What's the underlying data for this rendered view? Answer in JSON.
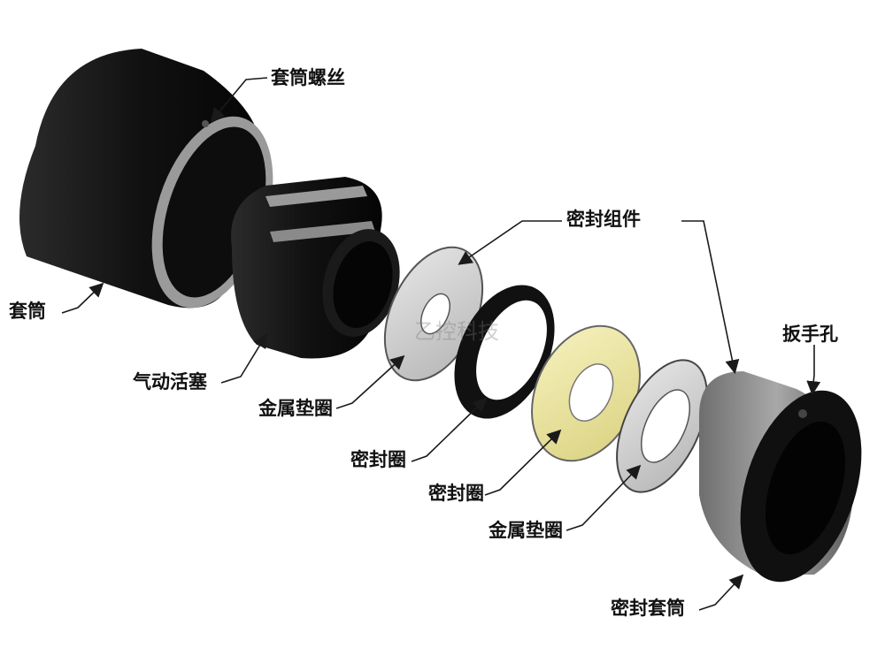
{
  "labels": {
    "sleeve_thread": "套筒螺丝",
    "sleeve": "套筒",
    "pneumatic_piston": "气动活塞",
    "seal_assembly": "密封组件",
    "metal_washer_1": "金属垫圈",
    "seal_ring_1": "密封圈",
    "seal_ring_2": "密封圈",
    "metal_washer_2": "金属垫圈",
    "wrench_hole": "扳手孔",
    "seal_sleeve": "密封套筒"
  },
  "watermark": "乙控科技",
  "colors": {
    "part_black": "#141414",
    "thread_gray": "#8e8e8e",
    "washer_gray": "#cfcfcf",
    "seal_yellow": "#efe9a6",
    "leader_line": "#1a1a1a"
  }
}
